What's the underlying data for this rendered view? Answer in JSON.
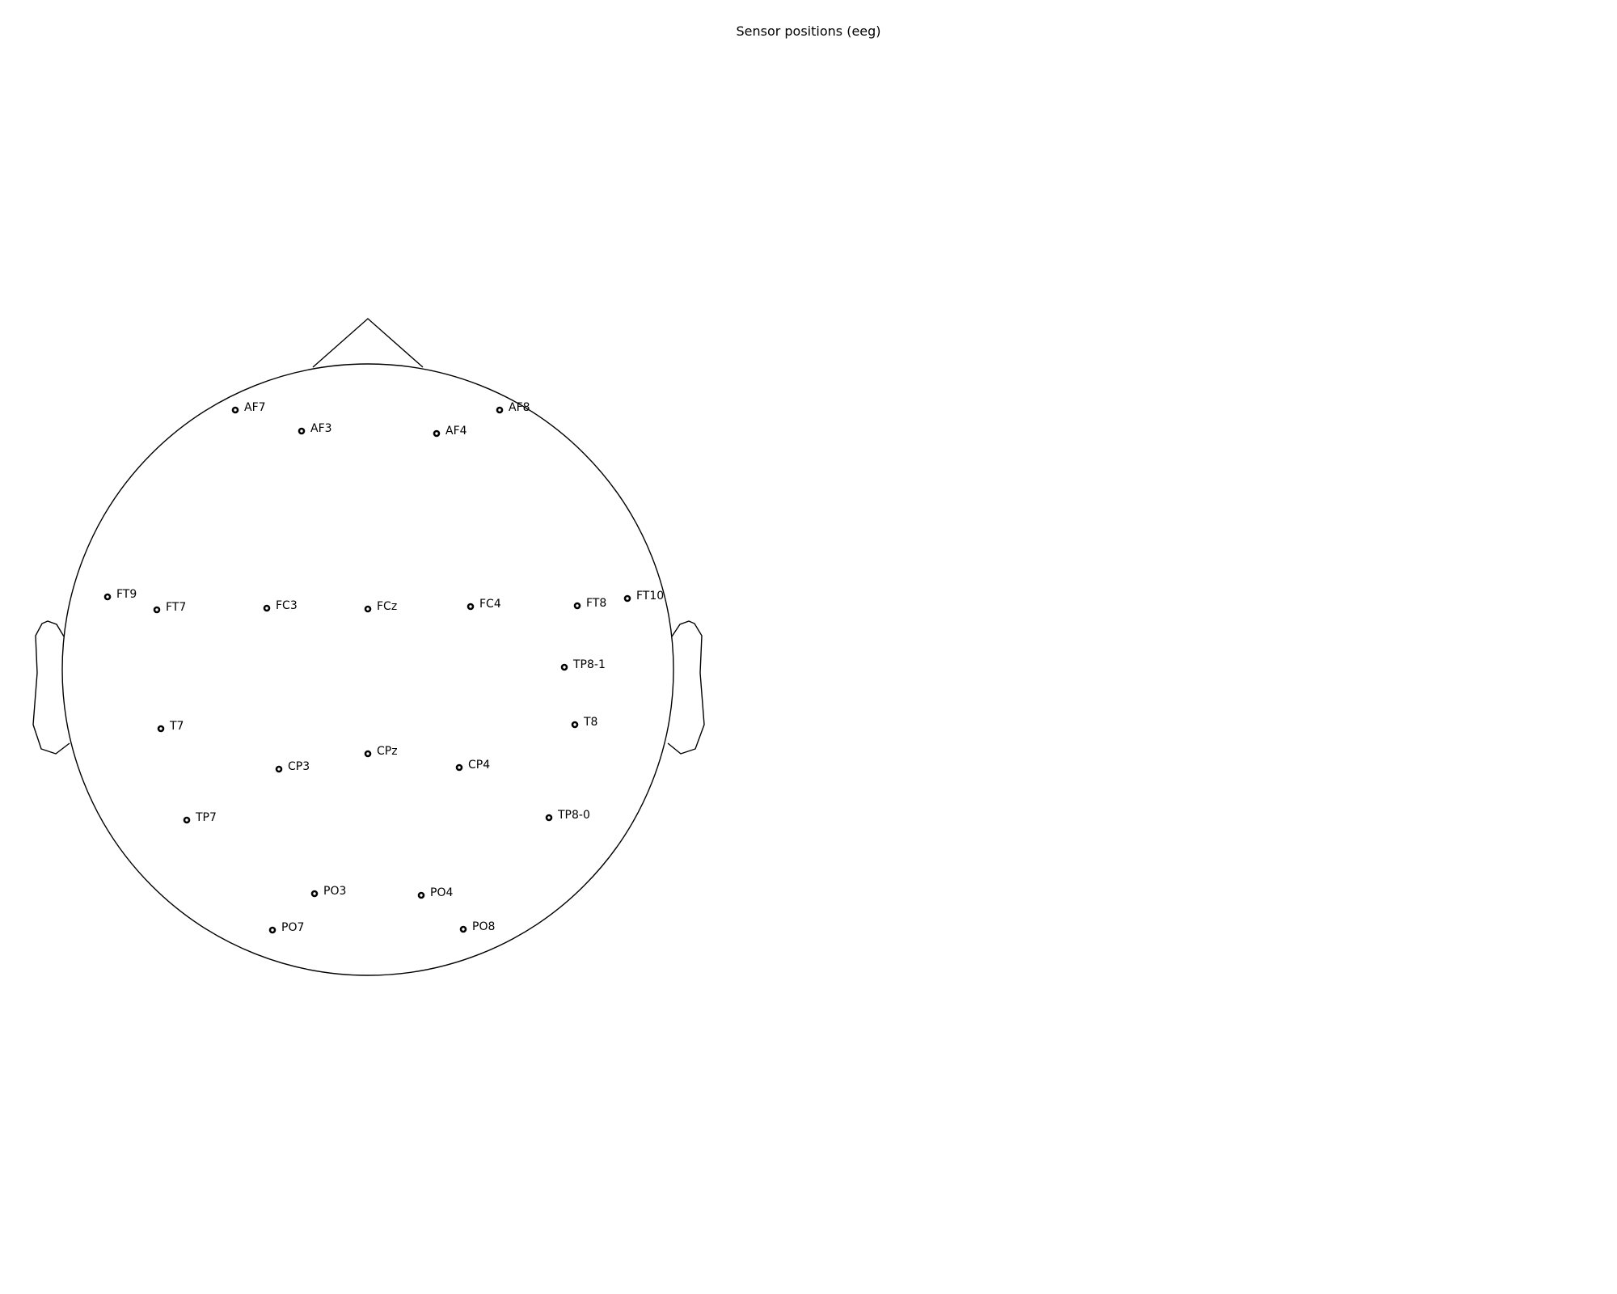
{
  "figure": {
    "title": "Sensor positions (eeg)"
  },
  "colors": {
    "background": "#ffffff",
    "outline": "#000000",
    "sensor": "#000000"
  },
  "sensors": [
    {
      "label": "AF7"
    },
    {
      "label": "AF3"
    },
    {
      "label": "AF4"
    },
    {
      "label": "AF8"
    },
    {
      "label": "FT9"
    },
    {
      "label": "FT7"
    },
    {
      "label": "FC3"
    },
    {
      "label": "FCz"
    },
    {
      "label": "FC4"
    },
    {
      "label": "FT8"
    },
    {
      "label": "FT10"
    },
    {
      "label": "TP8-1"
    },
    {
      "label": "T7"
    },
    {
      "label": "T8"
    },
    {
      "label": "CPz"
    },
    {
      "label": "CP3"
    },
    {
      "label": "CP4"
    },
    {
      "label": "TP7"
    },
    {
      "label": "TP8-0"
    },
    {
      "label": "PO3"
    },
    {
      "label": "PO4"
    },
    {
      "label": "PO7"
    },
    {
      "label": "PO8"
    }
  ]
}
